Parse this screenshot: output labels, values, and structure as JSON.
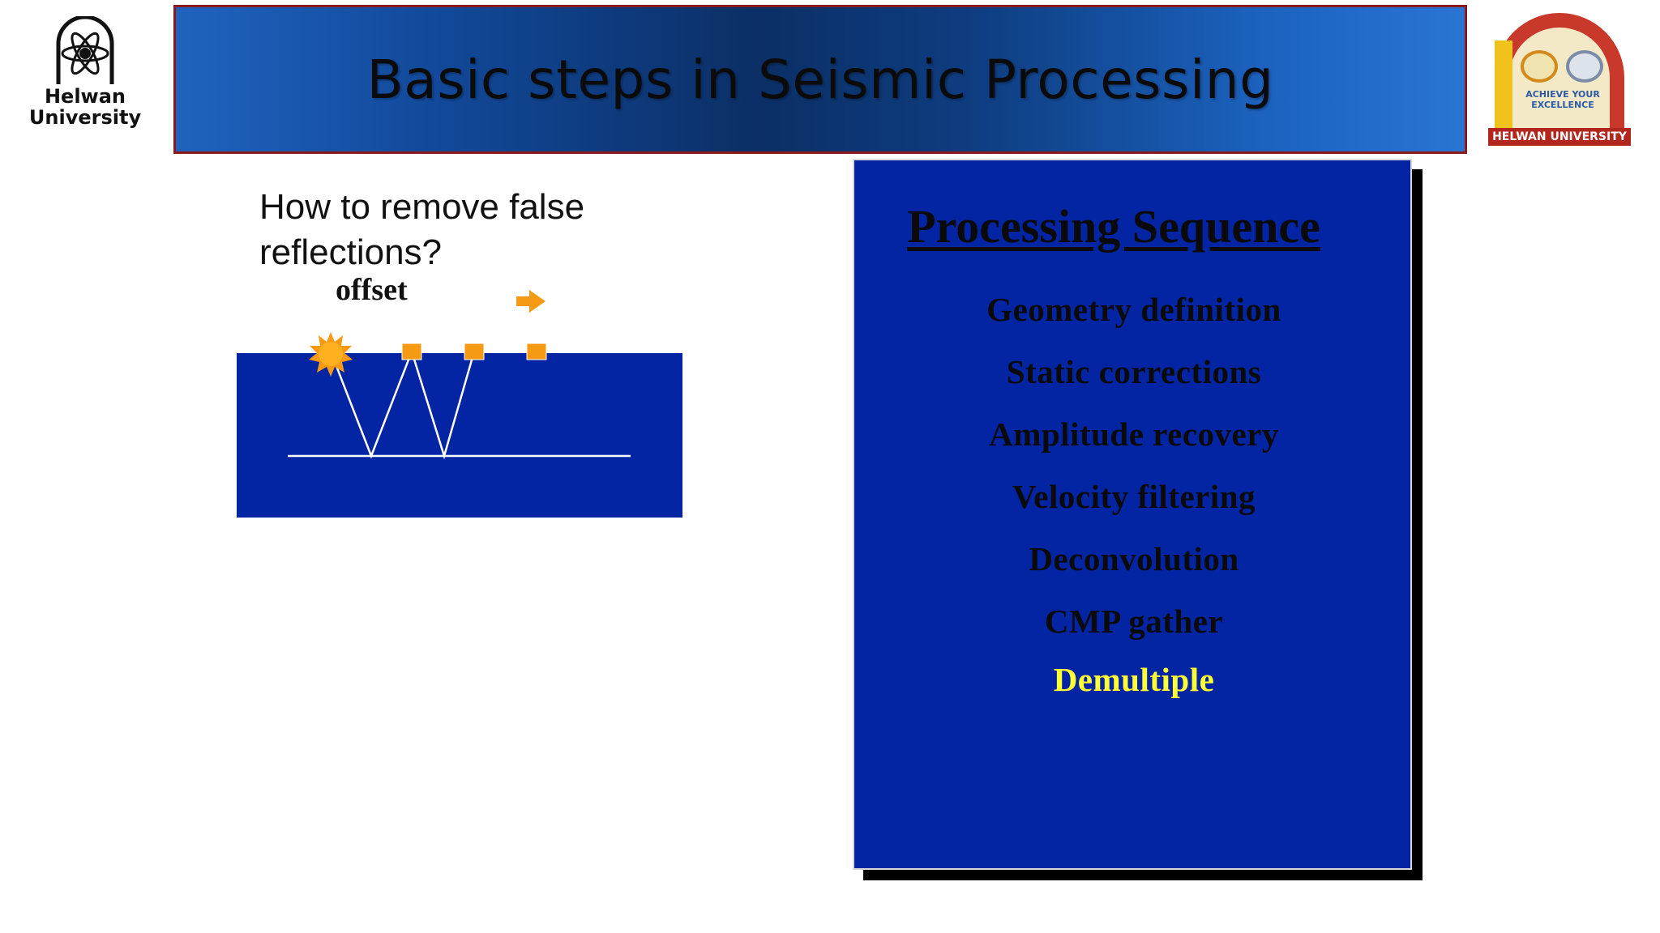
{
  "header": {
    "title": "Basic steps in Seismic Processing",
    "left_logo": {
      "line1": "Helwan",
      "line2": "University"
    },
    "right_logo": {
      "motto": "ACHIEVE YOUR EXCELLENCE",
      "footer": "HELWAN UNIVERSITY"
    }
  },
  "left_panel": {
    "question": "How to remove false reflections?",
    "offset_label": "offset"
  },
  "processing": {
    "title": "Processing Sequence",
    "steps": [
      {
        "label": "Geometry definition",
        "active": false
      },
      {
        "label": "Static corrections",
        "active": false
      },
      {
        "label": "Amplitude recovery",
        "active": false
      },
      {
        "label": "Velocity filtering",
        "active": false
      },
      {
        "label": "Deconvolution",
        "active": false
      },
      {
        "label": "CMP gather",
        "active": false
      },
      {
        "label": "Demultiple",
        "active": true
      }
    ]
  },
  "colors": {
    "panel_blue": "#0325a3",
    "highlight": "#ffff33",
    "source_orange": "#f59a12",
    "title_border": "#8b1a1a"
  }
}
